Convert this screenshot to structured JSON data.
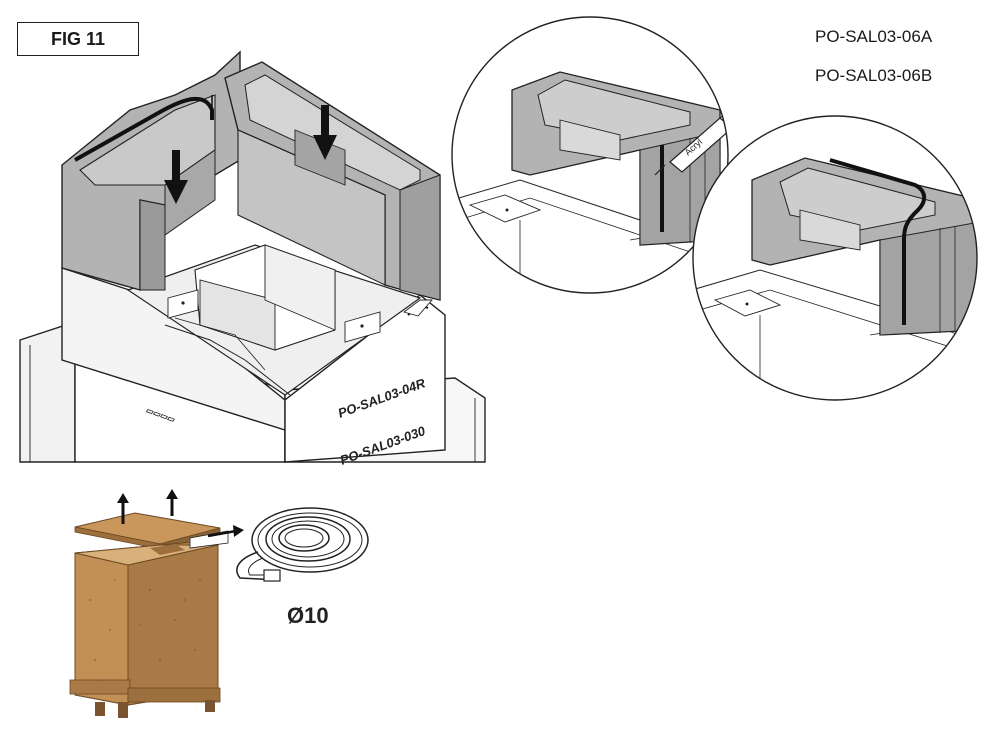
{
  "figure": {
    "title": "FIG 11"
  },
  "part_labels": {
    "label_a": "PO-SAL03-06A",
    "label_b": "PO-SAL03-06B"
  },
  "engravings": {
    "top_block": "PO-SAL03-04R",
    "lower_block": "PO-SAL03-030"
  },
  "sealant_tube": {
    "text": "Acryl"
  },
  "gasket": {
    "diameter_label": "Ø10"
  },
  "colors": {
    "block_grey": "#b3b3b3",
    "block_dark": "#8f8f8f",
    "wood": "#b8874f",
    "wood_dark": "#8a6236",
    "line": "#222222"
  }
}
